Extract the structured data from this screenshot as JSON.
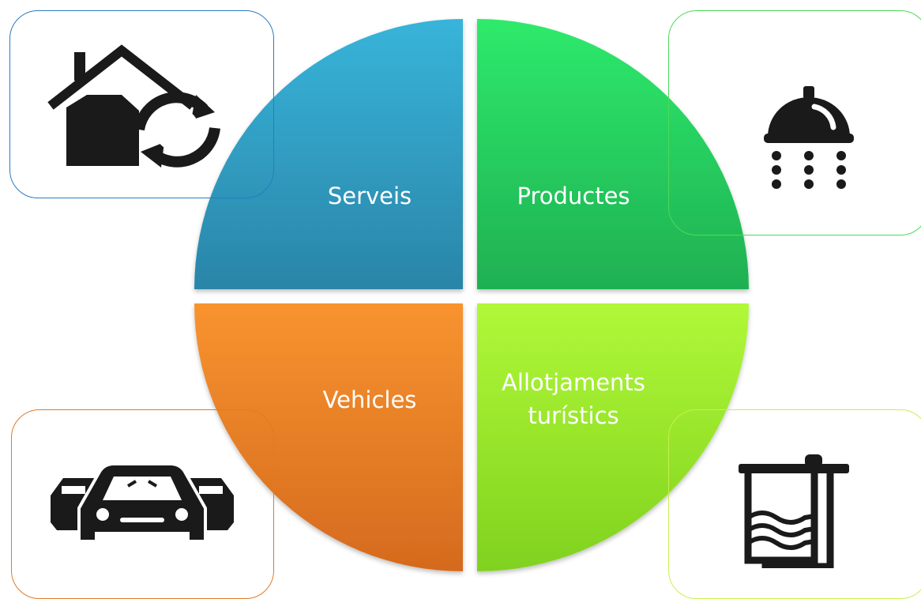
{
  "quadrants": {
    "serveis": {
      "label": "Serveis",
      "color_top": "#38b2d8",
      "color_bottom": "#2a86a8"
    },
    "productes": {
      "label": "Productes",
      "color_top": "#2ee86a",
      "color_bottom": "#1fb253"
    },
    "vehicles": {
      "label": "Vehicles",
      "color_top": "#f7912f",
      "color_bottom": "#d96d1f"
    },
    "allotjaments": {
      "label_line1": "Allotjaments",
      "label_line2": "turístics",
      "color_top": "#aef737",
      "color_bottom": "#84d820"
    }
  },
  "boxes": {
    "serveis": {
      "icon": "house-refresh-icon",
      "border": "#2a7bc0"
    },
    "productes": {
      "icon": "shower-head-icon",
      "border": "#4dd95a"
    },
    "vehicles": {
      "icon": "cars-icon",
      "border": "#e07a28"
    },
    "allotjaments": {
      "icon": "towel-rack-icon",
      "border": "#c8f050"
    }
  }
}
